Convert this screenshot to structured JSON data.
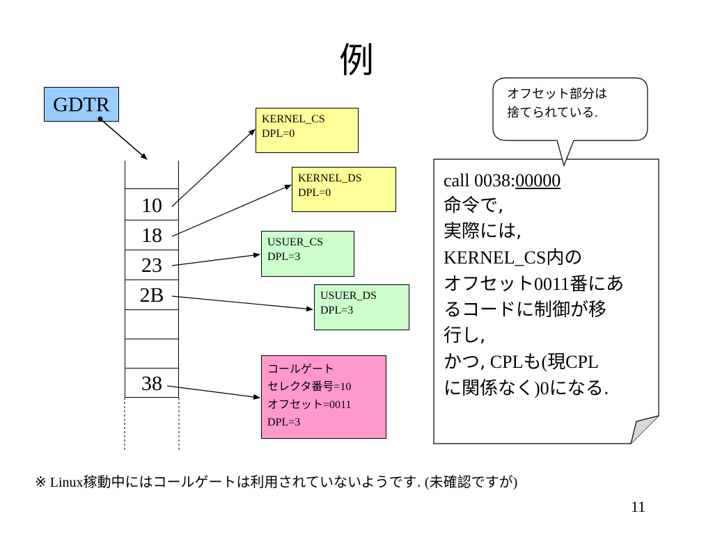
{
  "title": "例",
  "gdtr": {
    "label": "GDTR"
  },
  "table": {
    "entries": [
      {
        "label": "10"
      },
      {
        "label": "18"
      },
      {
        "label": "23"
      },
      {
        "label": "2B"
      },
      {
        "label": "38"
      }
    ]
  },
  "segments": [
    {
      "line1": "KERNEL_CS",
      "line2": "DPL=0"
    },
    {
      "line1": "KERNEL_DS",
      "line2": "DPL=0"
    },
    {
      "line1": "USUER_CS",
      "line2": "DPL=3"
    },
    {
      "line1": "USUER_DS",
      "line2": "DPL=3"
    }
  ],
  "callgate": {
    "line1": "コールゲート",
    "line2_ja": "セレクタ番号",
    "line2_val": "=10",
    "line3_ja": "オフセット",
    "line3_val": "=0011",
    "line4": "DPL=3"
  },
  "bubble": {
    "line1": "オフセット部分は",
    "line2": "捨てられている."
  },
  "note": {
    "l1_pre": "call 0038:",
    "l1_u": "00000",
    "l2": "命令で,",
    "l3": "実際には,",
    "l4_a": "KERNEL_CS",
    "l4_b": "内の",
    "l5_a": "オフセット",
    "l5_b": "0011",
    "l5_c": "番にあ",
    "l6": "るコードに制御が移",
    "l7": "行し,",
    "l8_a": "かつ,",
    "l8_b": " CPL",
    "l8_c": "も",
    "l8_d": "(",
    "l8_e": "現",
    "l8_f": "CPL",
    "l9_a": "に関係なく",
    "l9_b": ")0",
    "l9_c": "になる."
  },
  "footer": {
    "mark": "※",
    "text_a": " Linux",
    "text_b": "稼動中にはコールゲートは利用されていないようです.",
    "text_c": " (",
    "text_d": "未確認ですが",
    "text_e": ")"
  },
  "page_number": "11"
}
